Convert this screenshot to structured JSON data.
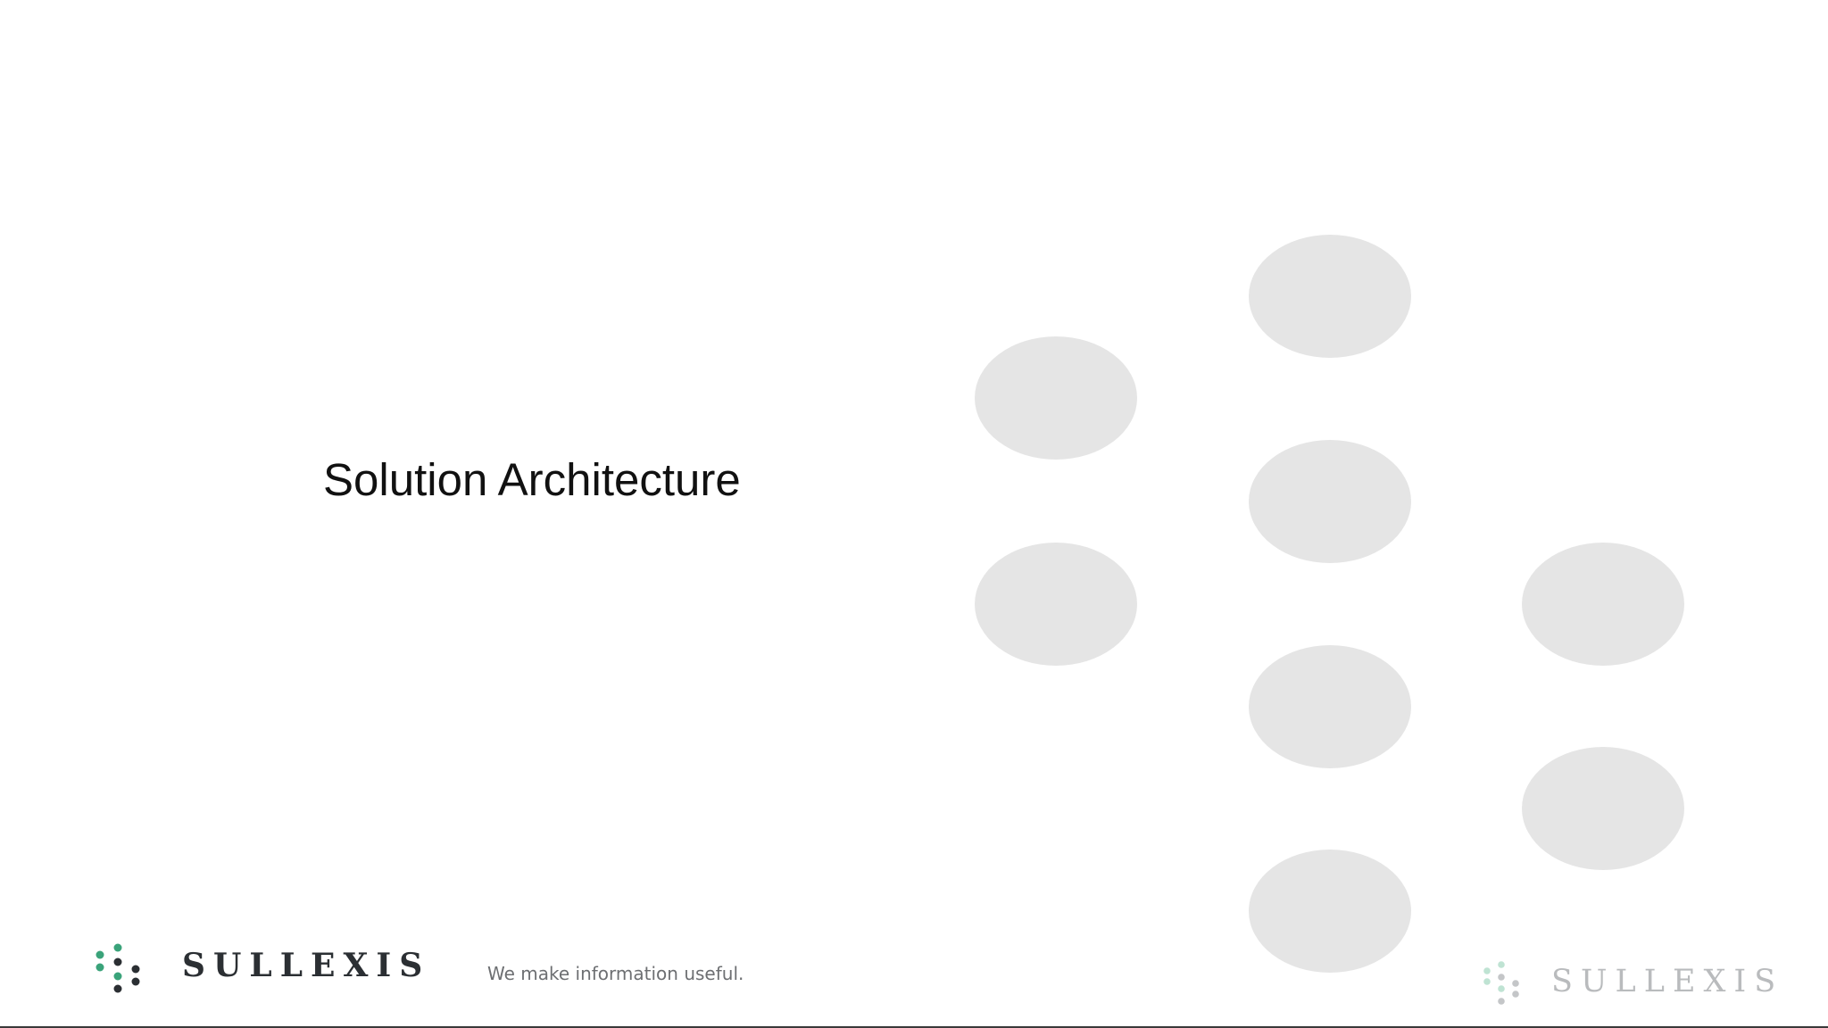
{
  "slide": {
    "title": "Solution Architecture"
  },
  "footer": {
    "brand_name": "SULLEXIS",
    "tagline": "We make information useful.",
    "brand_name_watermark": "SULLEXIS"
  },
  "colors": {
    "background": "#ffffff",
    "circles": "#e5e5e5",
    "brand_green": "#3aa37a",
    "brand_dark": "#2b2f33",
    "watermark_gray": "#b9bbbd"
  },
  "icons": {
    "logo_mark": "sullexis-dot-logo-icon",
    "watermark_mark": "sullexis-dot-logo-watermark-icon"
  }
}
